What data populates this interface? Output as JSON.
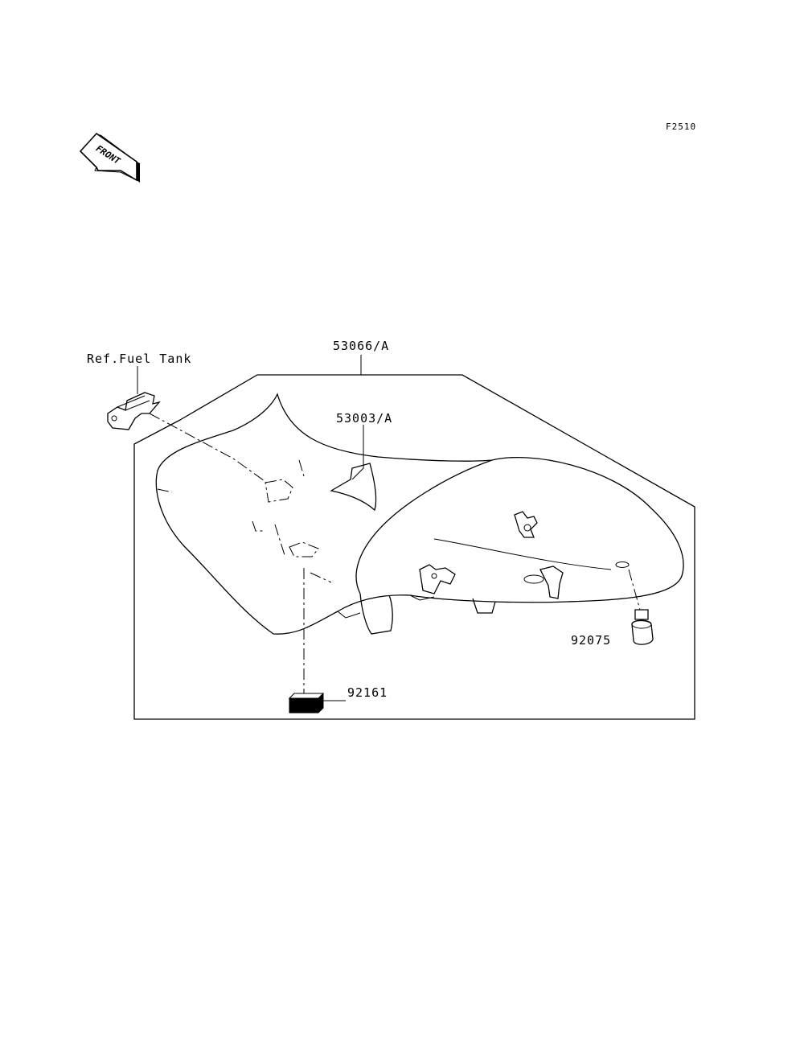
{
  "figure_code": "F2510",
  "front_label": "FRONT",
  "parts": {
    "ref_fuel_tank": "Ref.Fuel Tank",
    "seat_assy": "53066/A",
    "seat_cover": "53003/A",
    "damper": "92075",
    "pad": "92161"
  },
  "colors": {
    "line": "#000000",
    "background": "#ffffff"
  }
}
